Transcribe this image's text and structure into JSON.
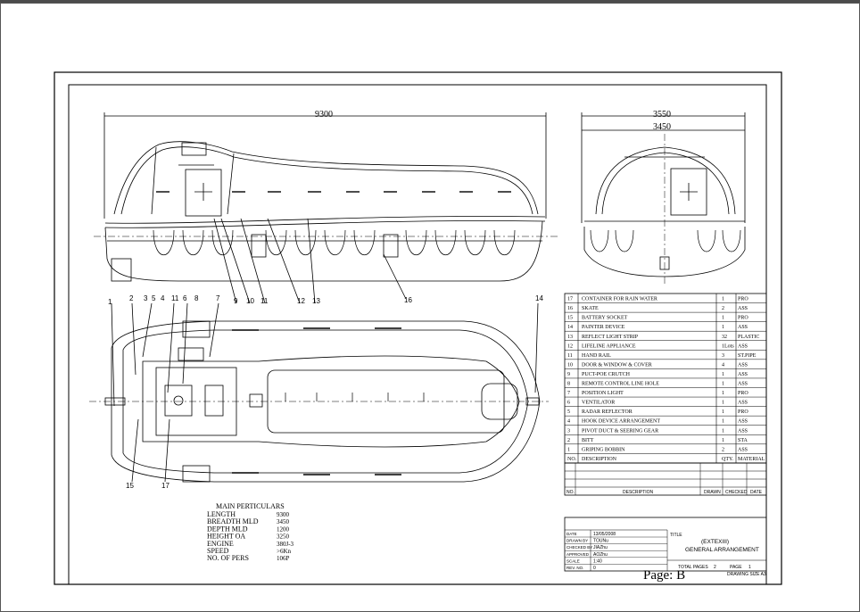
{
  "page_label": "Page: B",
  "dimensions": {
    "side_length": "9300",
    "front_outer": "3550",
    "front_inner": "3450"
  },
  "callouts": {
    "side_bottom": [
      "9",
      "10",
      "11",
      "12",
      "13",
      "16"
    ],
    "plan_top": [
      "1",
      "2",
      "3",
      "5",
      "4",
      "11",
      "6",
      "8",
      "7",
      "14"
    ],
    "plan_bottom": [
      "15",
      "17"
    ]
  },
  "parts_table": {
    "rows": [
      {
        "no": "17",
        "desc": "CONTAINER FOR RAIN WATER",
        "qty": "1",
        "mat": "PRO"
      },
      {
        "no": "16",
        "desc": "SKATE",
        "qty": "2",
        "mat": "ASS"
      },
      {
        "no": "15",
        "desc": "BATTERY  SOCKET",
        "qty": "1",
        "mat": "PRO"
      },
      {
        "no": "14",
        "desc": "PAINTER DEVICE",
        "qty": "1",
        "mat": "ASS"
      },
      {
        "no": "13",
        "desc": "REFLECT LIGHT STRIP",
        "qty": "32",
        "mat": "PLASTIC"
      },
      {
        "no": "12",
        "desc": "LIFELINE APPLIANCE",
        "qty": "1Lots",
        "mat": "ASS"
      },
      {
        "no": "11",
        "desc": "HAND RAIL",
        "qty": "3",
        "mat": "ST.PIPE"
      },
      {
        "no": "10",
        "desc": "DOOR & WINDOW & COVER",
        "qty": "4",
        "mat": "ASS"
      },
      {
        "no": "9",
        "desc": "PUCT-POE CRUTCH",
        "qty": "1",
        "mat": "ASS"
      },
      {
        "no": "8",
        "desc": "REMOTE CONTROL LINE HOLE",
        "qty": "1",
        "mat": "ASS"
      },
      {
        "no": "7",
        "desc": "POSITION LIGHT",
        "qty": "1",
        "mat": "PRO"
      },
      {
        "no": "6",
        "desc": "VENTILATOR",
        "qty": "1",
        "mat": "ASS"
      },
      {
        "no": "5",
        "desc": "RADAR REFLECTOR",
        "qty": "1",
        "mat": "PRO"
      },
      {
        "no": "4",
        "desc": "HOOK DEVICE ARRANGEMENT",
        "qty": "1",
        "mat": "ASS"
      },
      {
        "no": "3",
        "desc": "PIVOT DUCT & SEERING GEAR",
        "qty": "1",
        "mat": "ASS"
      },
      {
        "no": "2",
        "desc": "BITT",
        "qty": "1",
        "mat": "STA"
      },
      {
        "no": "1",
        "desc": "GRIPING BOBBIN",
        "qty": "2",
        "mat": "ASS"
      }
    ],
    "header": {
      "no": "NO.",
      "desc": "DESCRIPTION",
      "qty": "QTY.",
      "mat": "MATERIAL"
    }
  },
  "revision_table": {
    "no": "NO.",
    "desc": "DESCRIPTION",
    "drawn": "DRAWN",
    "checked": "CHECKED",
    "date": "DATE"
  },
  "title_block": {
    "rows": [
      {
        "k": "DATE",
        "v": "13/05/2008"
      },
      {
        "k": "DRAWN BY",
        "v": "TOUNu"
      },
      {
        "k": "CHECKED BY",
        "v": "JIAZhu"
      },
      {
        "k": "APPROVED",
        "v": "AOZhu"
      },
      {
        "k": "SCALE",
        "v": "1:40"
      },
      {
        "k": "REV. NO.",
        "v": "0"
      }
    ],
    "title_label": "TITLE",
    "title_line1": "(EXTEXIII)",
    "title_line2": "GENERAL ARRANGEMENT",
    "total_pages_label": "TOTAL PAGES",
    "total_pages": "2",
    "page_label": "PAGE",
    "page": "1",
    "drawing_size": "DRAWING SIZE A3"
  },
  "particulars": {
    "title": "MAIN PERTICULARS",
    "rows": [
      {
        "k": "LENGTH",
        "v": "9300"
      },
      {
        "k": "BREADTH MLD",
        "v": "3450"
      },
      {
        "k": "DEPTH MLD",
        "v": "1200"
      },
      {
        "k": "HEIGHT OA",
        "v": "3250"
      },
      {
        "k": "ENGINE",
        "v": "380J-3"
      },
      {
        "k": "SPEED",
        "v": ">6Kn"
      },
      {
        "k": "NO.    OF PERS",
        "v": "106P"
      }
    ]
  }
}
